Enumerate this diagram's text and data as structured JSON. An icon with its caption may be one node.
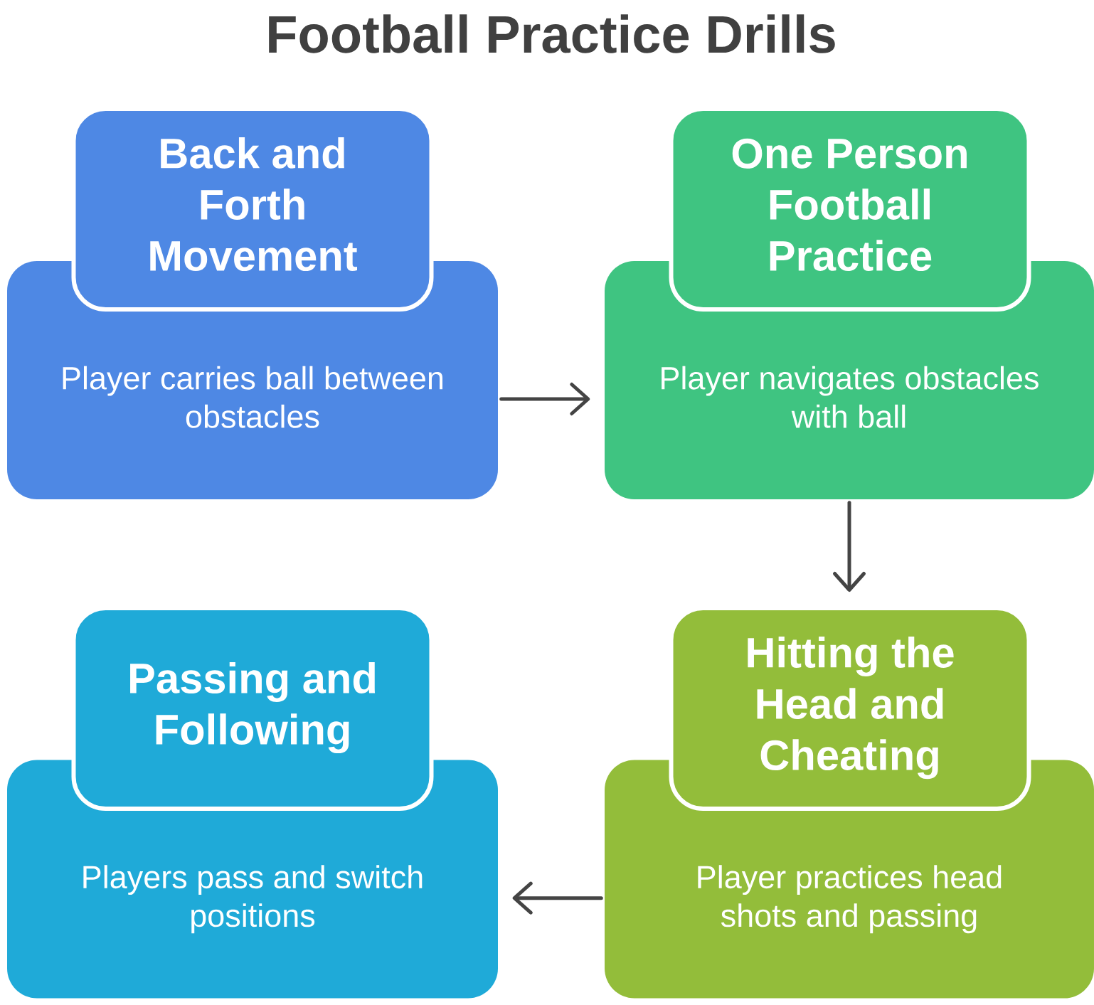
{
  "diagram": {
    "title": "Football Practice Drills",
    "nodes": [
      {
        "text": [
          "Back and Forth Movement"
        ]
      },
      {
        "text": [
          "Player carries ball between obstacles"
        ]
      },
      {
        "text": [
          "One Person Football Practice"
        ]
      },
      {
        "text": [
          "Player navigates obstacles with ball"
        ]
      },
      {
        "text": [
          "Passing and Following"
        ]
      },
      {
        "text": [
          "Players pass and switch positions"
        ]
      },
      {
        "text": [
          "Hitting the Head and Cheating"
        ]
      },
      {
        "text": [
          "Player practices head shots and passing"
        ]
      }
    ],
    "edges": [
      {
        "from": 1,
        "to": 3,
        "arrow": "to"
      },
      {
        "from": 3,
        "to": 6,
        "arrow": "to"
      },
      {
        "from": 7,
        "to": 5,
        "arrow": "to"
      }
    ]
  }
}
